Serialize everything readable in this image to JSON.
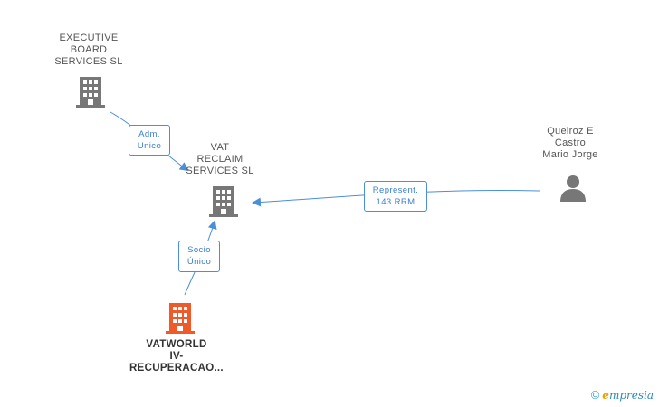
{
  "nodes": {
    "executive": {
      "lines": [
        "EXECUTIVE",
        "BOARD",
        "SERVICES  SL"
      ],
      "icon": "building-icon",
      "color": "#777777"
    },
    "vat": {
      "lines": [
        "VAT",
        "RECLAIM",
        "SERVICES SL"
      ],
      "icon": "building-icon",
      "color": "#777777"
    },
    "queiroz": {
      "lines": [
        "Queiroz E",
        "Castro",
        "Mario Jorge"
      ],
      "icon": "person-icon",
      "color": "#777777"
    },
    "vatworld": {
      "lines": [
        "VATWORLD",
        "IV-",
        "RECUPERACAO..."
      ],
      "icon": "building-icon",
      "color": "#f05a28"
    }
  },
  "edges": {
    "adm": {
      "lines": [
        "Adm.",
        "Unico"
      ]
    },
    "socio": {
      "lines": [
        "Socio",
        "Único"
      ]
    },
    "represent": {
      "lines": [
        "Represent.",
        "143 RRM"
      ]
    }
  },
  "colors": {
    "edge": "#4a8fd8",
    "accent": "#f05a28"
  },
  "brand": {
    "copyright": "©",
    "e": "e",
    "rest": "mpresia"
  }
}
